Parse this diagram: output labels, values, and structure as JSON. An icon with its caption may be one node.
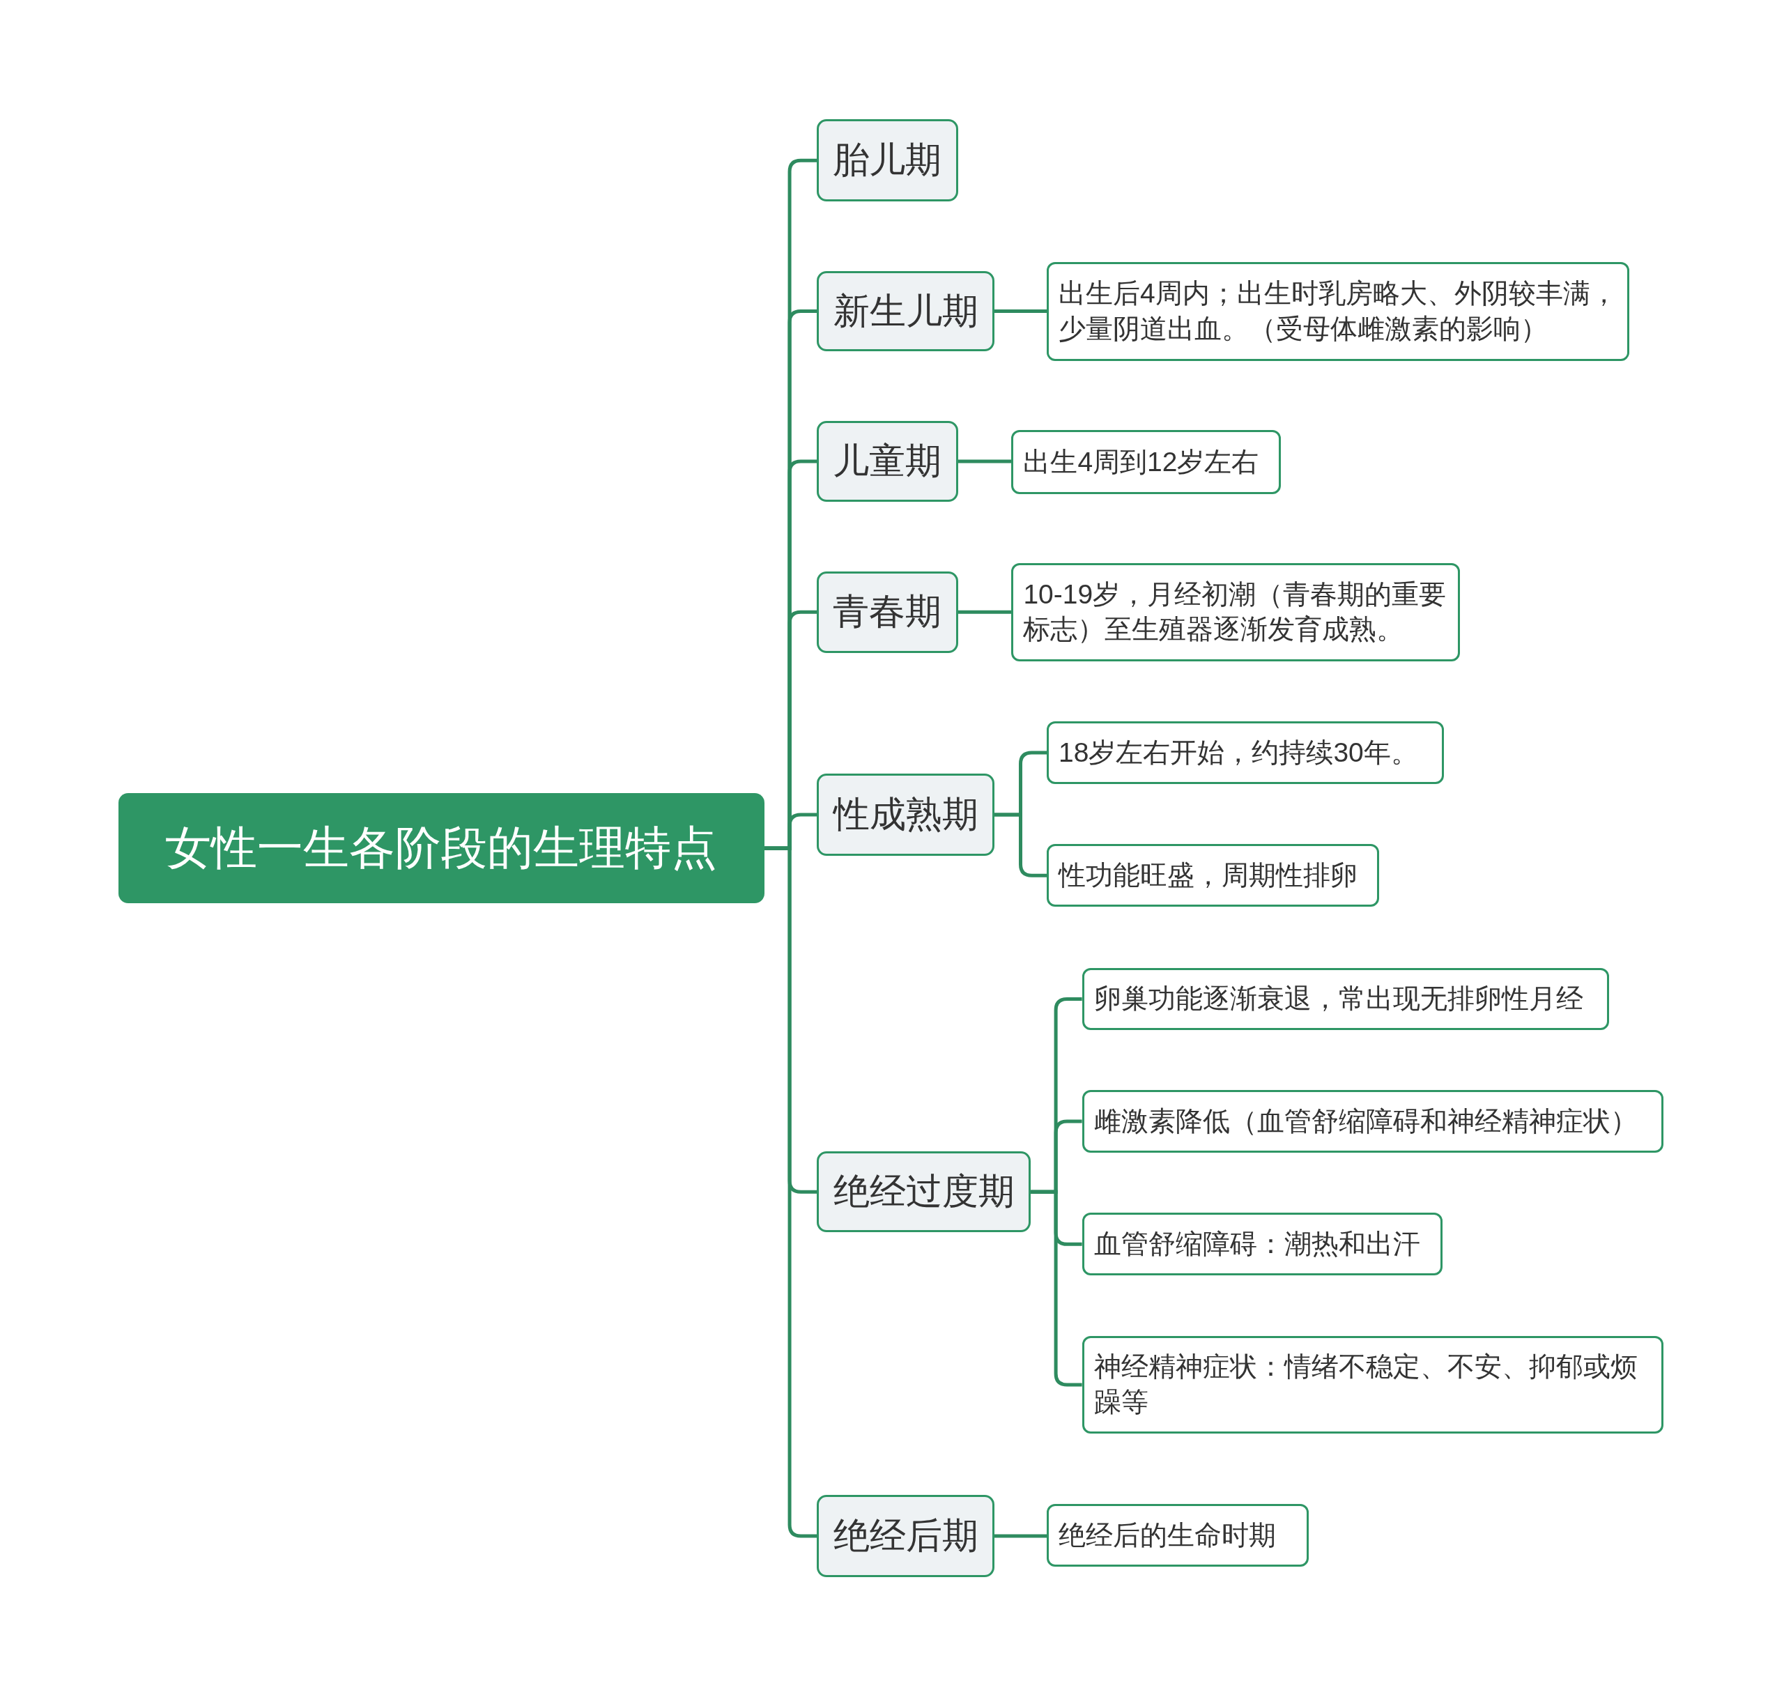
{
  "diagram": {
    "nodes": [
      {
        "text": [
          "女性一生各阶段的生理特点"
        ]
      },
      {
        "text": [
          "胎儿期"
        ]
      },
      {
        "text": [
          "新生儿期"
        ]
      },
      {
        "text": [
          "出生后4周内；出生时乳房略大、外阴较丰满，少量阴道出血。（受母体雌激素的影响）"
        ]
      },
      {
        "text": [
          "儿童期"
        ]
      },
      {
        "text": [
          "出生4周到12岁左右"
        ]
      },
      {
        "text": [
          "青春期"
        ]
      },
      {
        "text": [
          "10-19岁，月经初潮（青春期的重要标志）至生殖器逐渐发育成熟。"
        ]
      },
      {
        "text": [
          "性成熟期"
        ]
      },
      {
        "text": [
          "18岁左右开始，约持续30年。"
        ]
      },
      {
        "text": [
          "性功能旺盛，周期性排卵"
        ]
      },
      {
        "text": [
          "绝经过度期"
        ]
      },
      {
        "text": [
          "卵巢功能逐渐衰退，常出现无排卵性月经"
        ]
      },
      {
        "text": [
          "雌激素降低（血管舒缩障碍和神经精神症状）"
        ]
      },
      {
        "text": [
          "血管舒缩障碍：潮热和出汗"
        ]
      },
      {
        "text": [
          "神经精神症状：情绪不稳定、不安、抑郁或烦躁等"
        ]
      },
      {
        "text": [
          "绝经后期"
        ]
      },
      {
        "text": [
          "绝经后的生命时期"
        ]
      }
    ],
    "edges": [
      {
        "from": 0,
        "to": 1,
        "arrow": "none"
      },
      {
        "from": 0,
        "to": 2,
        "arrow": "none"
      },
      {
        "from": 2,
        "to": 3,
        "arrow": "none"
      },
      {
        "from": 0,
        "to": 4,
        "arrow": "none"
      },
      {
        "from": 4,
        "to": 5,
        "arrow": "none"
      },
      {
        "from": 0,
        "to": 6,
        "arrow": "none"
      },
      {
        "from": 6,
        "to": 7,
        "arrow": "none"
      },
      {
        "from": 0,
        "to": 8,
        "arrow": "none"
      },
      {
        "from": 8,
        "to": 9,
        "arrow": "none"
      },
      {
        "from": 8,
        "to": 10,
        "arrow": "none"
      },
      {
        "from": 0,
        "to": 11,
        "arrow": "none"
      },
      {
        "from": 11,
        "to": 12,
        "arrow": "none"
      },
      {
        "from": 11,
        "to": 13,
        "arrow": "none"
      },
      {
        "from": 11,
        "to": 14,
        "arrow": "none"
      },
      {
        "from": 11,
        "to": 15,
        "arrow": "none"
      },
      {
        "from": 0,
        "to": 16,
        "arrow": "none"
      },
      {
        "from": 16,
        "to": 17,
        "arrow": "none"
      }
    ]
  }
}
